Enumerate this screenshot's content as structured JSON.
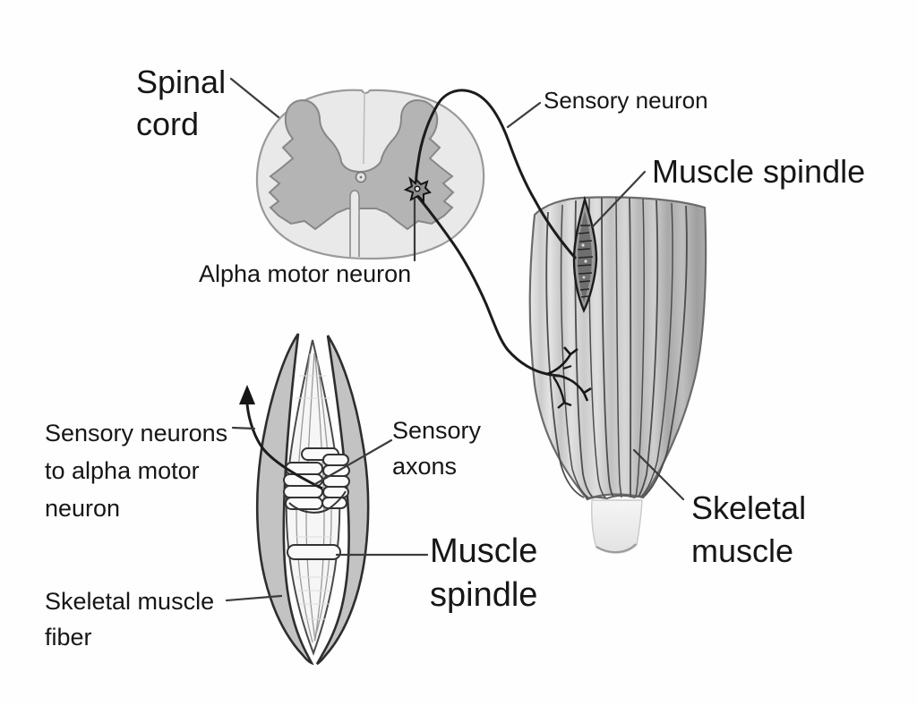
{
  "diagram": {
    "labels": {
      "spinal_cord": "Spinal\ncord",
      "sensory_neuron": "Sensory neuron",
      "muscle_spindle_right": "Muscle spindle",
      "alpha_motor_neuron": "Alpha motor neuron",
      "sensory_neurons_to_alpha": "Sensory neurons\nto alpha motor\nneuron",
      "sensory_axons": "Sensory\naxons",
      "muscle_spindle_detail": "Muscle\nspindle",
      "skeletal_muscle_fiber": "Skeletal muscle\nfiber",
      "skeletal_muscle": "Skeletal\nmuscle"
    },
    "colors": {
      "background": "#fefefe",
      "text": "#161616",
      "white_matter": "#e9e9e9",
      "gray_matter": "#b4b4b4",
      "fiber_gray": "#c3c3c3",
      "spindle_dark": "#9c9c9c",
      "line_dark": "#1c1c1c"
    }
  }
}
